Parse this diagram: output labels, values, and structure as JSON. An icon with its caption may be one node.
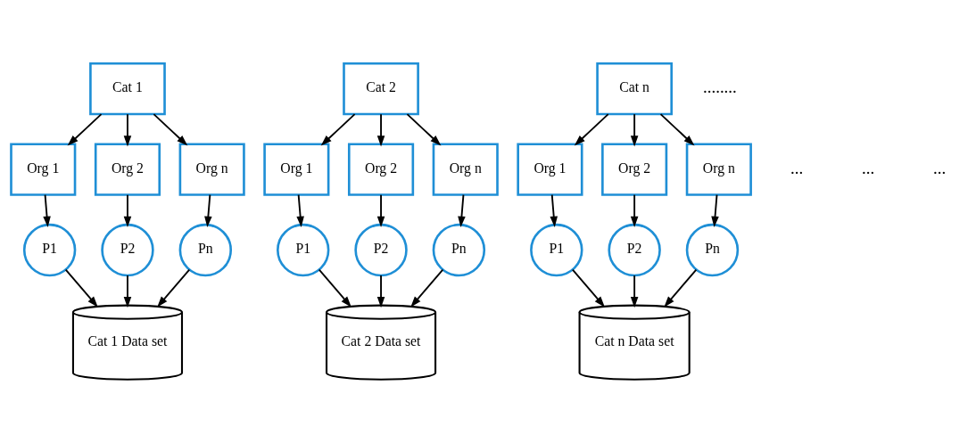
{
  "diagram": {
    "nodes": [
      {
        "text": [
          "Cat 1"
        ]
      },
      {
        "text": [
          "Org 1"
        ]
      },
      {
        "text": [
          "Org 2"
        ]
      },
      {
        "text": [
          "Org n"
        ]
      },
      {
        "text": [
          "P1"
        ]
      },
      {
        "text": [
          "P2"
        ]
      },
      {
        "text": [
          "Pn"
        ]
      },
      {
        "text": [
          "Cat 1 Data set"
        ]
      },
      {
        "text": [
          "Cat 2"
        ]
      },
      {
        "text": [
          "Org 1"
        ]
      },
      {
        "text": [
          "Org 2"
        ]
      },
      {
        "text": [
          "Org n"
        ]
      },
      {
        "text": [
          "P1"
        ]
      },
      {
        "text": [
          "P2"
        ]
      },
      {
        "text": [
          "Pn"
        ]
      },
      {
        "text": [
          "Cat 2 Data set"
        ]
      },
      {
        "text": [
          "Cat n"
        ]
      },
      {
        "text": [
          "Org 1"
        ]
      },
      {
        "text": [
          "Org 2"
        ]
      },
      {
        "text": [
          "Org n"
        ]
      },
      {
        "text": [
          "P1"
        ]
      },
      {
        "text": [
          "P2"
        ]
      },
      {
        "text": [
          "Pn"
        ]
      },
      {
        "text": [
          "Cat n Data set"
        ]
      }
    ],
    "edges": [
      {
        "from": 0,
        "to": 1,
        "arrow": "to"
      },
      {
        "from": 0,
        "to": 2,
        "arrow": "to"
      },
      {
        "from": 0,
        "to": 3,
        "arrow": "to"
      },
      {
        "from": 1,
        "to": 4,
        "arrow": "to"
      },
      {
        "from": 2,
        "to": 5,
        "arrow": "to"
      },
      {
        "from": 3,
        "to": 6,
        "arrow": "to"
      },
      {
        "from": 4,
        "to": 7,
        "arrow": "to"
      },
      {
        "from": 5,
        "to": 7,
        "arrow": "to"
      },
      {
        "from": 6,
        "to": 7,
        "arrow": "to"
      },
      {
        "from": 8,
        "to": 9,
        "arrow": "to"
      },
      {
        "from": 8,
        "to": 10,
        "arrow": "to"
      },
      {
        "from": 8,
        "to": 11,
        "arrow": "to"
      },
      {
        "from": 9,
        "to": 12,
        "arrow": "to"
      },
      {
        "from": 10,
        "to": 13,
        "arrow": "to"
      },
      {
        "from": 11,
        "to": 14,
        "arrow": "to"
      },
      {
        "from": 12,
        "to": 15,
        "arrow": "to"
      },
      {
        "from": 13,
        "to": 15,
        "arrow": "to"
      },
      {
        "from": 14,
        "to": 15,
        "arrow": "to"
      },
      {
        "from": 16,
        "to": 17,
        "arrow": "to"
      },
      {
        "from": 16,
        "to": 18,
        "arrow": "to"
      },
      {
        "from": 16,
        "to": 19,
        "arrow": "to"
      },
      {
        "from": 17,
        "to": 20,
        "arrow": "to"
      },
      {
        "from": 18,
        "to": 21,
        "arrow": "to"
      },
      {
        "from": 19,
        "to": 22,
        "arrow": "to"
      },
      {
        "from": 20,
        "to": 23,
        "arrow": "to"
      },
      {
        "from": 21,
        "to": 23,
        "arrow": "to"
      },
      {
        "from": 22,
        "to": 23,
        "arrow": "to"
      }
    ],
    "labels": [
      "........",
      "...",
      "...",
      "..."
    ]
  }
}
